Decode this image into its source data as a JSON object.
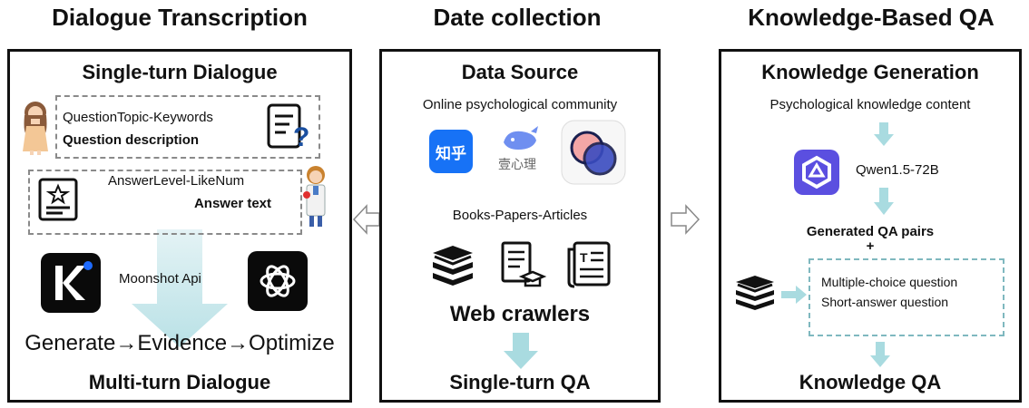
{
  "columns": {
    "left": {
      "title": "Dialogue Transcription",
      "panel_title": "Single-turn Dialogue",
      "question_line1": "QuestionTopic-Keywords",
      "question_line2": "Question description",
      "answer_line1": "AnswerLevel-LikeNum",
      "answer_line2": "Answer text",
      "api_label": "Moonshot Api",
      "pipeline": "Generate→Evidence→Optimize",
      "bottom_title": "Multi-turn Dialogue"
    },
    "middle": {
      "title": "Date collection",
      "panel_title": "Data Source",
      "community": "Online psychological community",
      "logo_zhihu": "知乎",
      "logo_yixinli": "壹心理",
      "books": "Books-Papers-Articles",
      "crawlers": "Web crawlers",
      "bottom_title": "Single-turn QA"
    },
    "right": {
      "title": "Knowledge-Based QA",
      "panel_title": "Knowledge Generation",
      "content": "Psychological knowledge content",
      "model": "Qwen1.5-72B",
      "generated": "Generated QA pairs",
      "plus": "+",
      "mcq": "Multiple-choice question",
      "saq": "Short-answer question",
      "bottom_title": "Knowledge QA"
    }
  },
  "colors": {
    "flow_arrow": "#a9dbe0",
    "flow_arrow_light": "#d6eef1",
    "border": "#111111",
    "dashed": "#8a8a8a",
    "zhihu_blue": "#1772f6",
    "qwen_purple": "#5b4fe0"
  },
  "icons": [
    "person-female-icon",
    "doc-question-icon",
    "answer-doc-icon",
    "doctor-icon",
    "kimi-logo-icon",
    "openai-logo-icon",
    "zhihu-logo-icon",
    "yixinli-whale-icon",
    "overlap-circles-logo-icon",
    "book-stack-icon",
    "paper-cap-icon",
    "article-icon",
    "qwen-logo-icon"
  ]
}
